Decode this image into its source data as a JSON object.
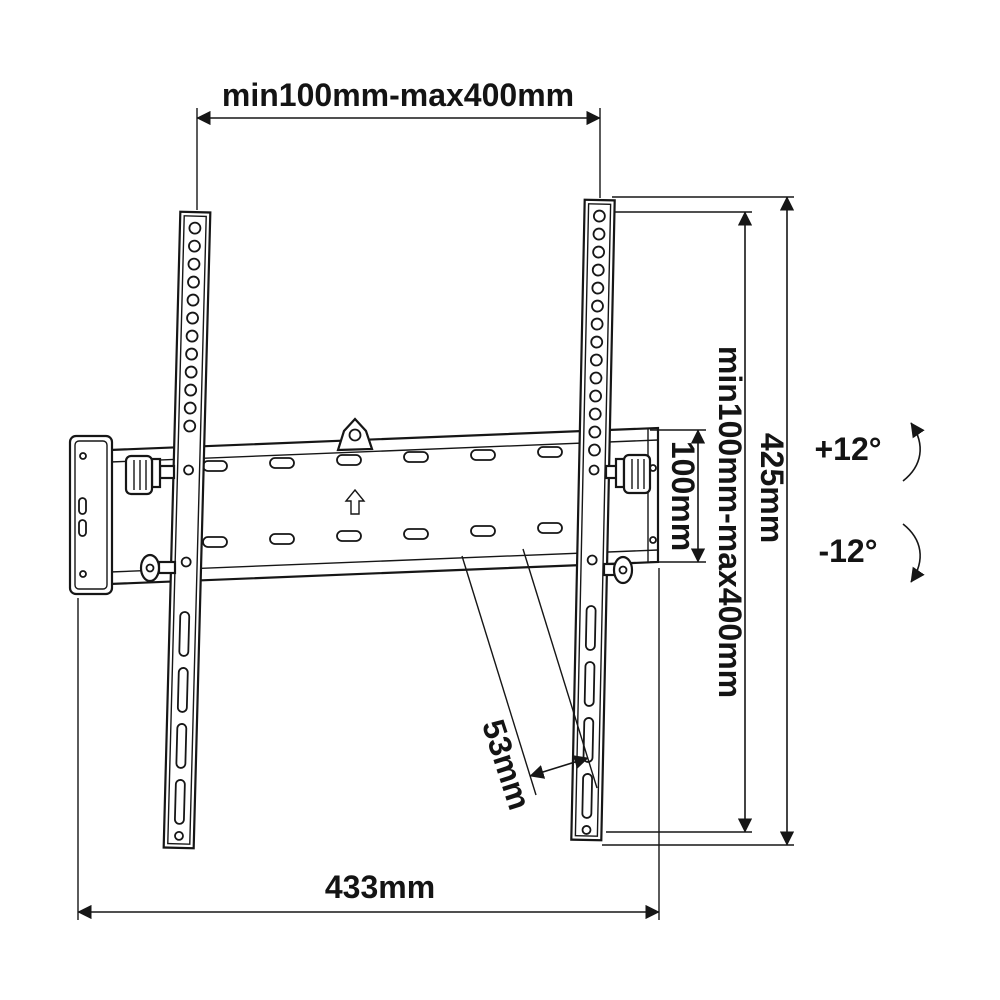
{
  "diagram": {
    "kind": "tv-wall-mount-dimension-drawing",
    "line_color": "#161616",
    "background": "#ffffff"
  },
  "dims": {
    "top_span": "min100mm-max400mm",
    "plate_height": "100mm",
    "vertical_span": "min100mm-max400mm",
    "bracket_height": "425mm",
    "overall_width": "433mm",
    "depth": "53mm",
    "tilt_up": "+12°",
    "tilt_down": "-12°"
  }
}
